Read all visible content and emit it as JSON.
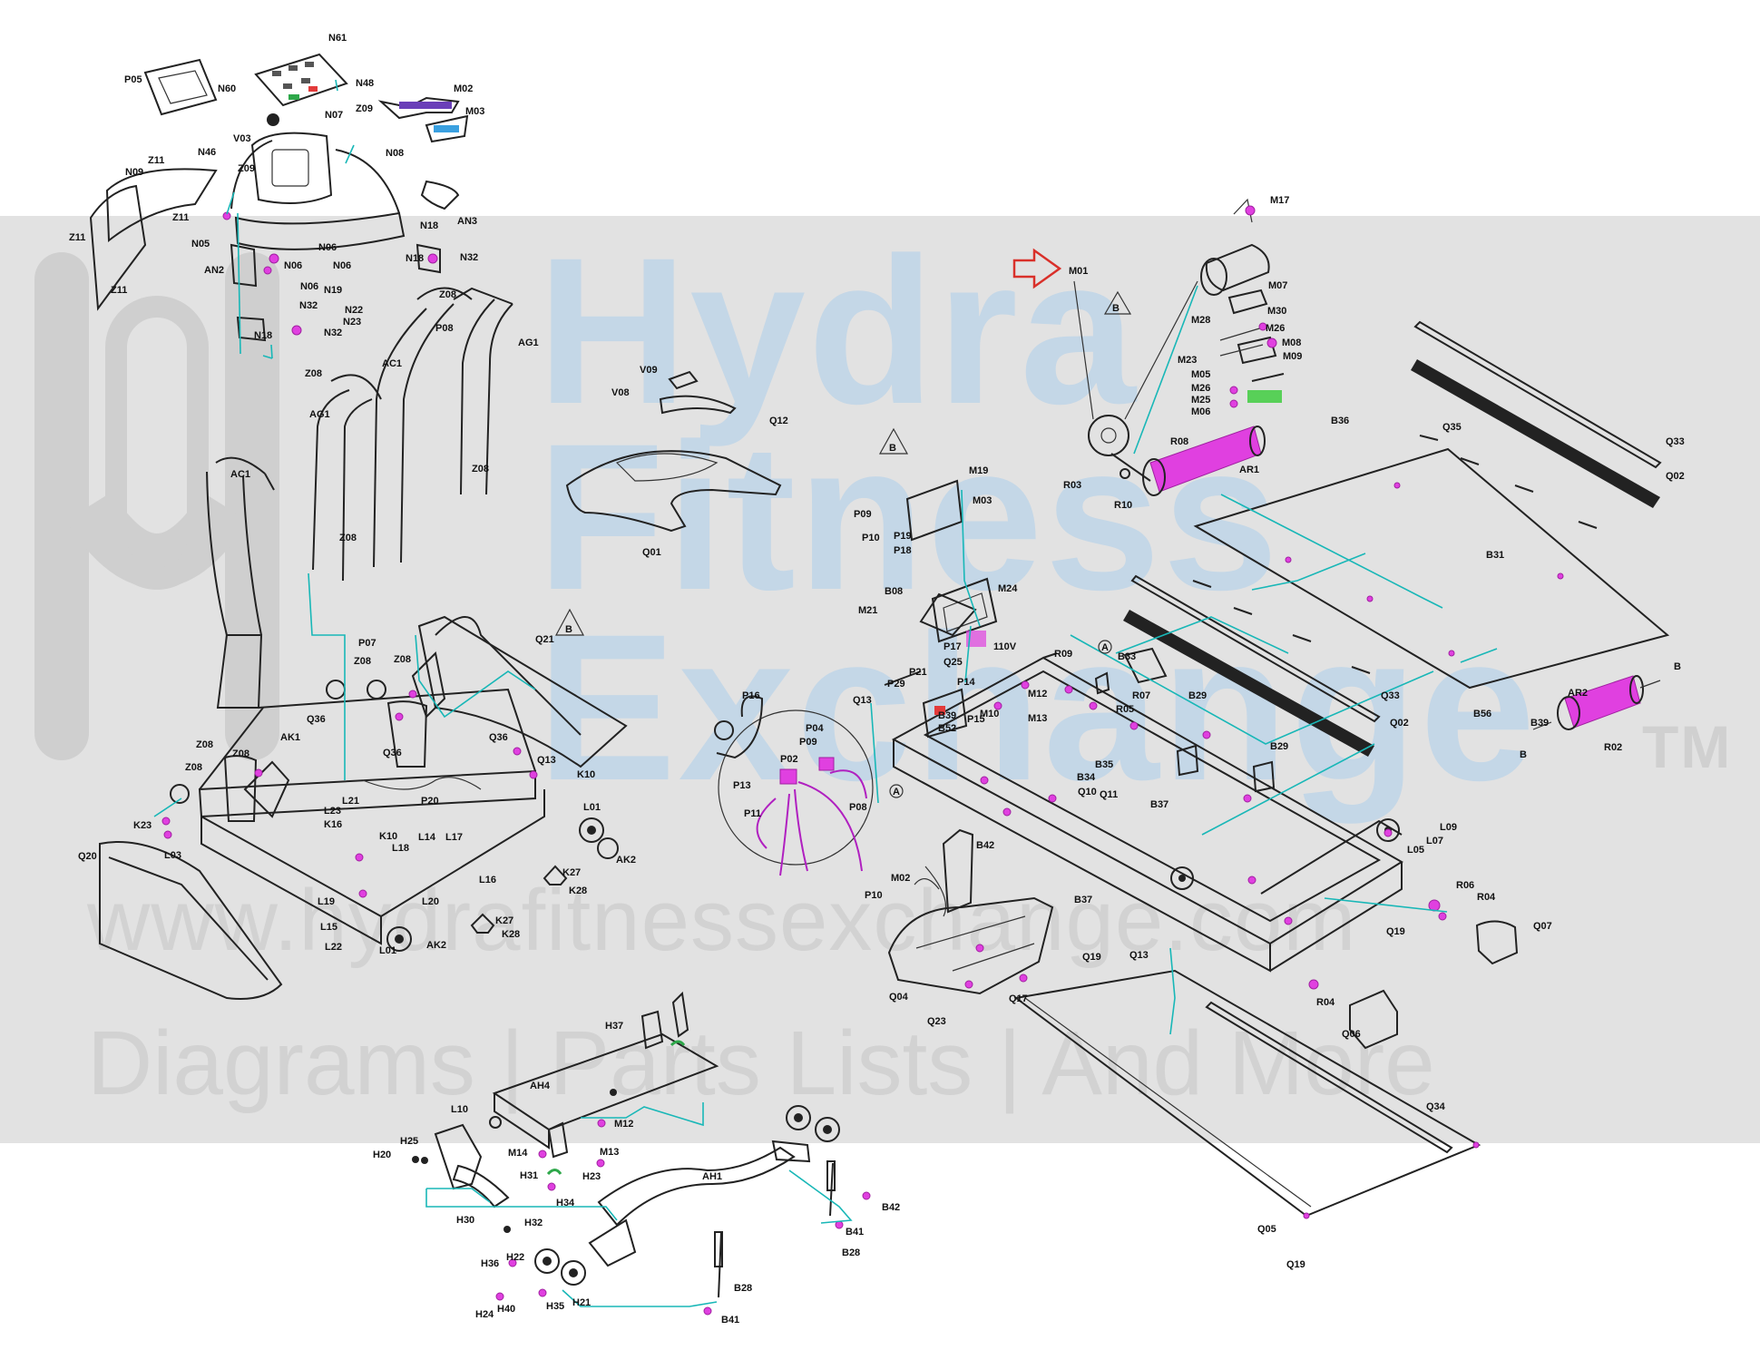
{
  "watermark": {
    "word1": "Hydra",
    "word2": "Fitness",
    "word3": "Exchange",
    "tm": "TM",
    "url": "www.hydrafitnessexchange.com",
    "tagline": "Diagrams | Parts Lists | And More"
  },
  "markers": {
    "b1": "B",
    "b2": "B",
    "b3": "B",
    "a1": "A",
    "a2": "A",
    "voltage": "110V"
  },
  "labels": {
    "N61": "N61",
    "P05": "P05",
    "N60": "N60",
    "N48a": "N48",
    "M02a": "M02",
    "M03a": "M03",
    "N07": "N07",
    "V03": "V03",
    "Z09a": "Z09",
    "N46a": "N46",
    "Z09b": "Z09",
    "N08": "N08",
    "Z11a": "Z11",
    "N09": "N09",
    "Z11b": "Z11",
    "N05": "N05",
    "Z11c": "Z11",
    "Z11d": "Z11",
    "AN3": "AN3",
    "N32a": "N32",
    "N18a": "N18",
    "N06a": "N06",
    "N06b": "N06",
    "N06c": "N06",
    "N19": "N19",
    "N06d": "N06",
    "AN2": "AN2",
    "Z08a": "Z08",
    "N22": "N22",
    "N23": "N23",
    "N32b": "N32",
    "N32c": "N32",
    "N18b": "N18",
    "P08": "P08",
    "AG1a": "AG1",
    "Z08b": "Z08",
    "AC1a": "AC1",
    "AG1b": "AG1",
    "Z08c": "Z08",
    "AC1b": "AC1",
    "Z08d": "Z08",
    "V09": "V09",
    "V08": "V08",
    "Q12": "Q12",
    "Q01": "Q01",
    "M17": "M17",
    "M01": "M01",
    "M07": "M07",
    "M28": "M28",
    "M30": "M30",
    "M26a": "M26",
    "M08": "M08",
    "M23": "M23",
    "M09": "M09",
    "M05": "M05",
    "M26b": "M26",
    "M25": "M25",
    "M06": "M06",
    "R08": "R08",
    "R03": "R03",
    "R10": "R10",
    "AR1": "AR1",
    "B36": "B36",
    "Q35": "Q35",
    "Q33a": "Q33",
    "Q02a": "Q02",
    "M19": "M19",
    "M03": "M03",
    "P09a": "P09",
    "P10a": "P10",
    "P19": "P19",
    "P18": "P18",
    "B08": "B08",
    "M24": "M24",
    "M21": "M21",
    "P17": "P17",
    "B31": "B31",
    "Q25": "Q25",
    "R09": "R09",
    "B33": "B33",
    "P29": "P29",
    "P21": "P21",
    "Q13a": "Q13",
    "P14": "P14",
    "M12a": "M12",
    "M13a": "M13",
    "R07": "R07",
    "R05": "R05",
    "B29a": "B29",
    "Q33b": "Q33",
    "Q02b": "Q02",
    "B56": "B56",
    "B39": "B39",
    "AR2": "AR2",
    "R02": "R02",
    "B4": "B",
    "B5": "B",
    "B29b": "B29",
    "P16": "P16",
    "P04": "P04",
    "P09b": "P09",
    "P02": "P02",
    "P13": "P13",
    "P11": "P11",
    "P08b": "P08",
    "P10b": "P10",
    "B52": "B52",
    "B39b": "B39",
    "P15": "P15",
    "M10": "M10",
    "B34": "B34",
    "B35": "B35",
    "Q10": "Q10",
    "Q11": "Q11",
    "B37a": "B37",
    "L09": "L09",
    "L07": "L07",
    "L05": "L05",
    "M02": "M02",
    "B42a": "B42",
    "B37b": "B37",
    "R06": "R06",
    "R04a": "R04",
    "Q07": "Q07",
    "Q19a": "Q19",
    "Q19b": "Q19",
    "Q13b": "Q13",
    "Q04": "Q04",
    "Q17": "Q17",
    "Q23": "Q23",
    "R04b": "R04",
    "Q06": "Q06",
    "Q34": "Q34",
    "Q05": "Q05",
    "Q19c": "Q19",
    "P07": "P07",
    "Z08e": "Z08",
    "Z08f": "Z08",
    "Q21": "Q21",
    "Q36a": "Q36",
    "Q36b": "Q36",
    "Q36c": "Q36",
    "Z08g": "Z08",
    "Z08h": "Z08",
    "Z08i": "Z08",
    "AK1": "AK1",
    "Q13c": "Q13",
    "K10a": "K10",
    "P20": "P20",
    "L21": "L21",
    "L23": "L23",
    "K16": "K16",
    "K10b": "K10",
    "L14": "L14",
    "L17": "L17",
    "L18": "L18",
    "L01a": "L01",
    "AK2a": "AK2",
    "K23": "K23",
    "L03": "L03",
    "Q20": "Q20",
    "L16": "L16",
    "K27a": "K27",
    "K28a": "K28",
    "L19": "L19",
    "L20": "L20",
    "L15": "L15",
    "L22": "L22",
    "K27b": "K27",
    "K28b": "K28",
    "L01b": "L01",
    "AK2b": "AK2",
    "H37": "H37",
    "AH4": "AH4",
    "L10": "L10",
    "M12b": "M12",
    "M14": "M14",
    "M13b": "M13",
    "H25": "H25",
    "H20": "H20",
    "H31": "H31",
    "H23": "H23",
    "H34": "H34",
    "H30": "H30",
    "H32": "H32",
    "AH1": "AH1",
    "B42b": "B42",
    "B41a": "B41",
    "B28a": "B28",
    "H36": "H36",
    "H22": "H22",
    "H24": "H24",
    "H40": "H40",
    "H35": "H35",
    "H21": "H21",
    "B28b": "B28",
    "B41b": "B41"
  },
  "colors": {
    "leader": "#18b7b7",
    "highlight": "#e040e0",
    "pointer_arrow": "#d9302a",
    "band": "#e2e2e2",
    "watermark_blue": "#c4d7e7"
  }
}
